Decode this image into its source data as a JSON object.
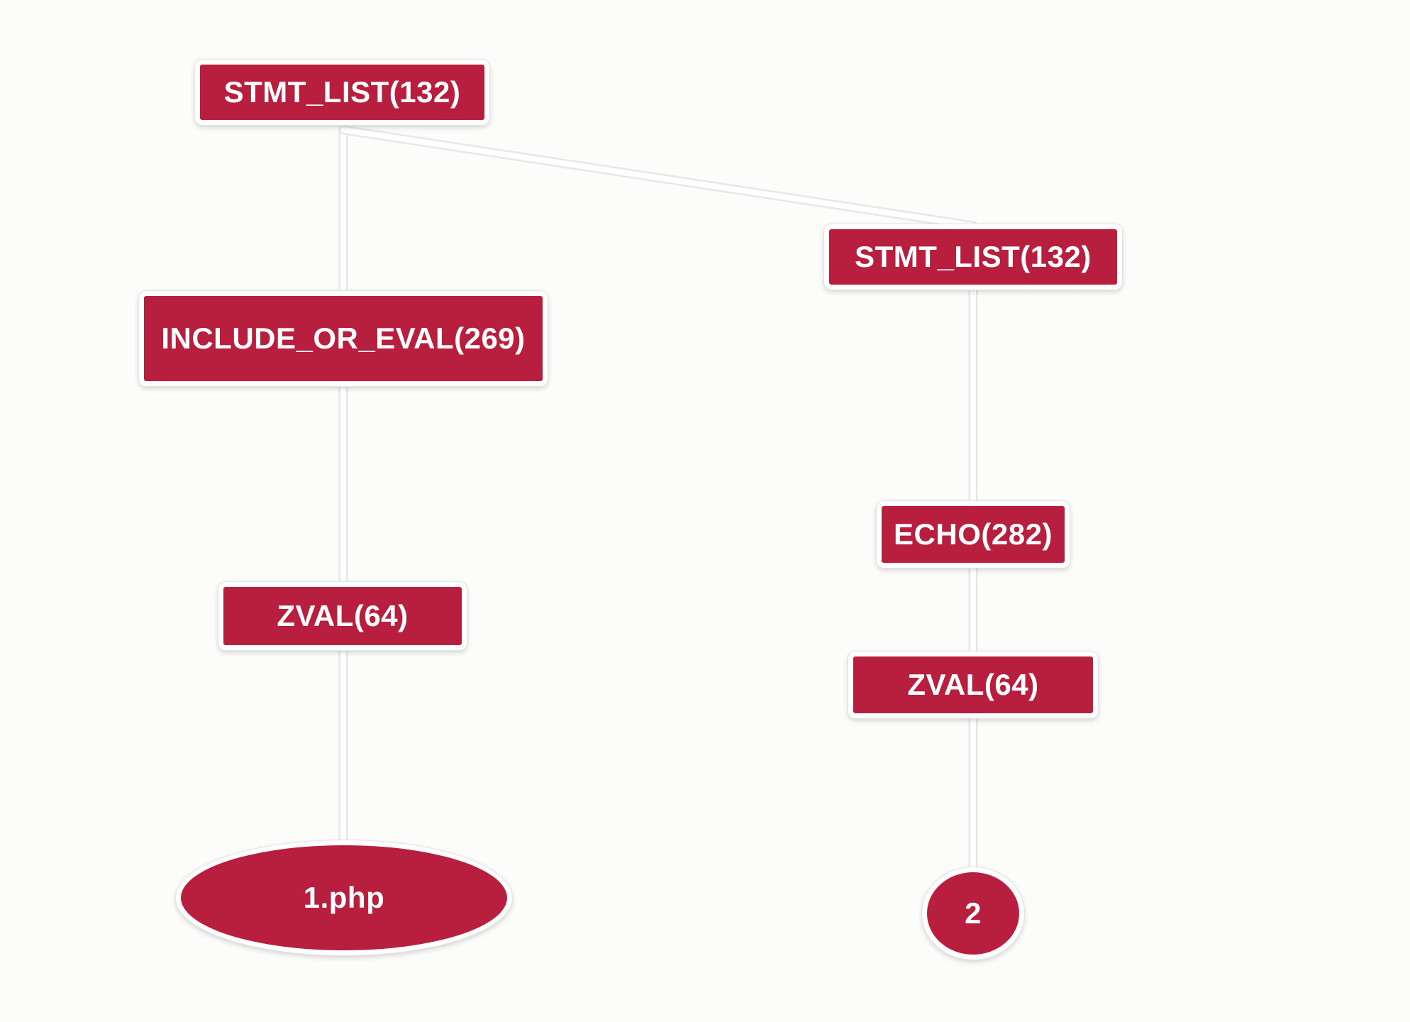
{
  "diagram": {
    "type": "tree",
    "colors": {
      "node_fill": "#b81e3e",
      "node_border": "#ffffff",
      "node_text": "#ffffff",
      "edge": "#e7e7e7",
      "background": "#fcfcfa"
    },
    "nodes": {
      "root": {
        "label": "STMT_LIST(132)",
        "shape": "rectangle"
      },
      "include": {
        "label": "INCLUDE_OR_EVAL(269)",
        "shape": "rectangle"
      },
      "zval_left": {
        "label": "ZVAL(64)",
        "shape": "rectangle"
      },
      "file": {
        "label": "1.php",
        "shape": "ellipse"
      },
      "stmt_right": {
        "label": "STMT_LIST(132)",
        "shape": "rectangle"
      },
      "echo": {
        "label": "ECHO(282)",
        "shape": "rectangle"
      },
      "zval_right": {
        "label": "ZVAL(64)",
        "shape": "rectangle"
      },
      "value": {
        "label": "2",
        "shape": "circle"
      }
    },
    "edges": [
      {
        "from": "root",
        "to": "include"
      },
      {
        "from": "root",
        "to": "stmt_right"
      },
      {
        "from": "include",
        "to": "zval_left"
      },
      {
        "from": "zval_left",
        "to": "file"
      },
      {
        "from": "stmt_right",
        "to": "echo"
      },
      {
        "from": "echo",
        "to": "zval_right"
      },
      {
        "from": "zval_right",
        "to": "value"
      }
    ]
  }
}
